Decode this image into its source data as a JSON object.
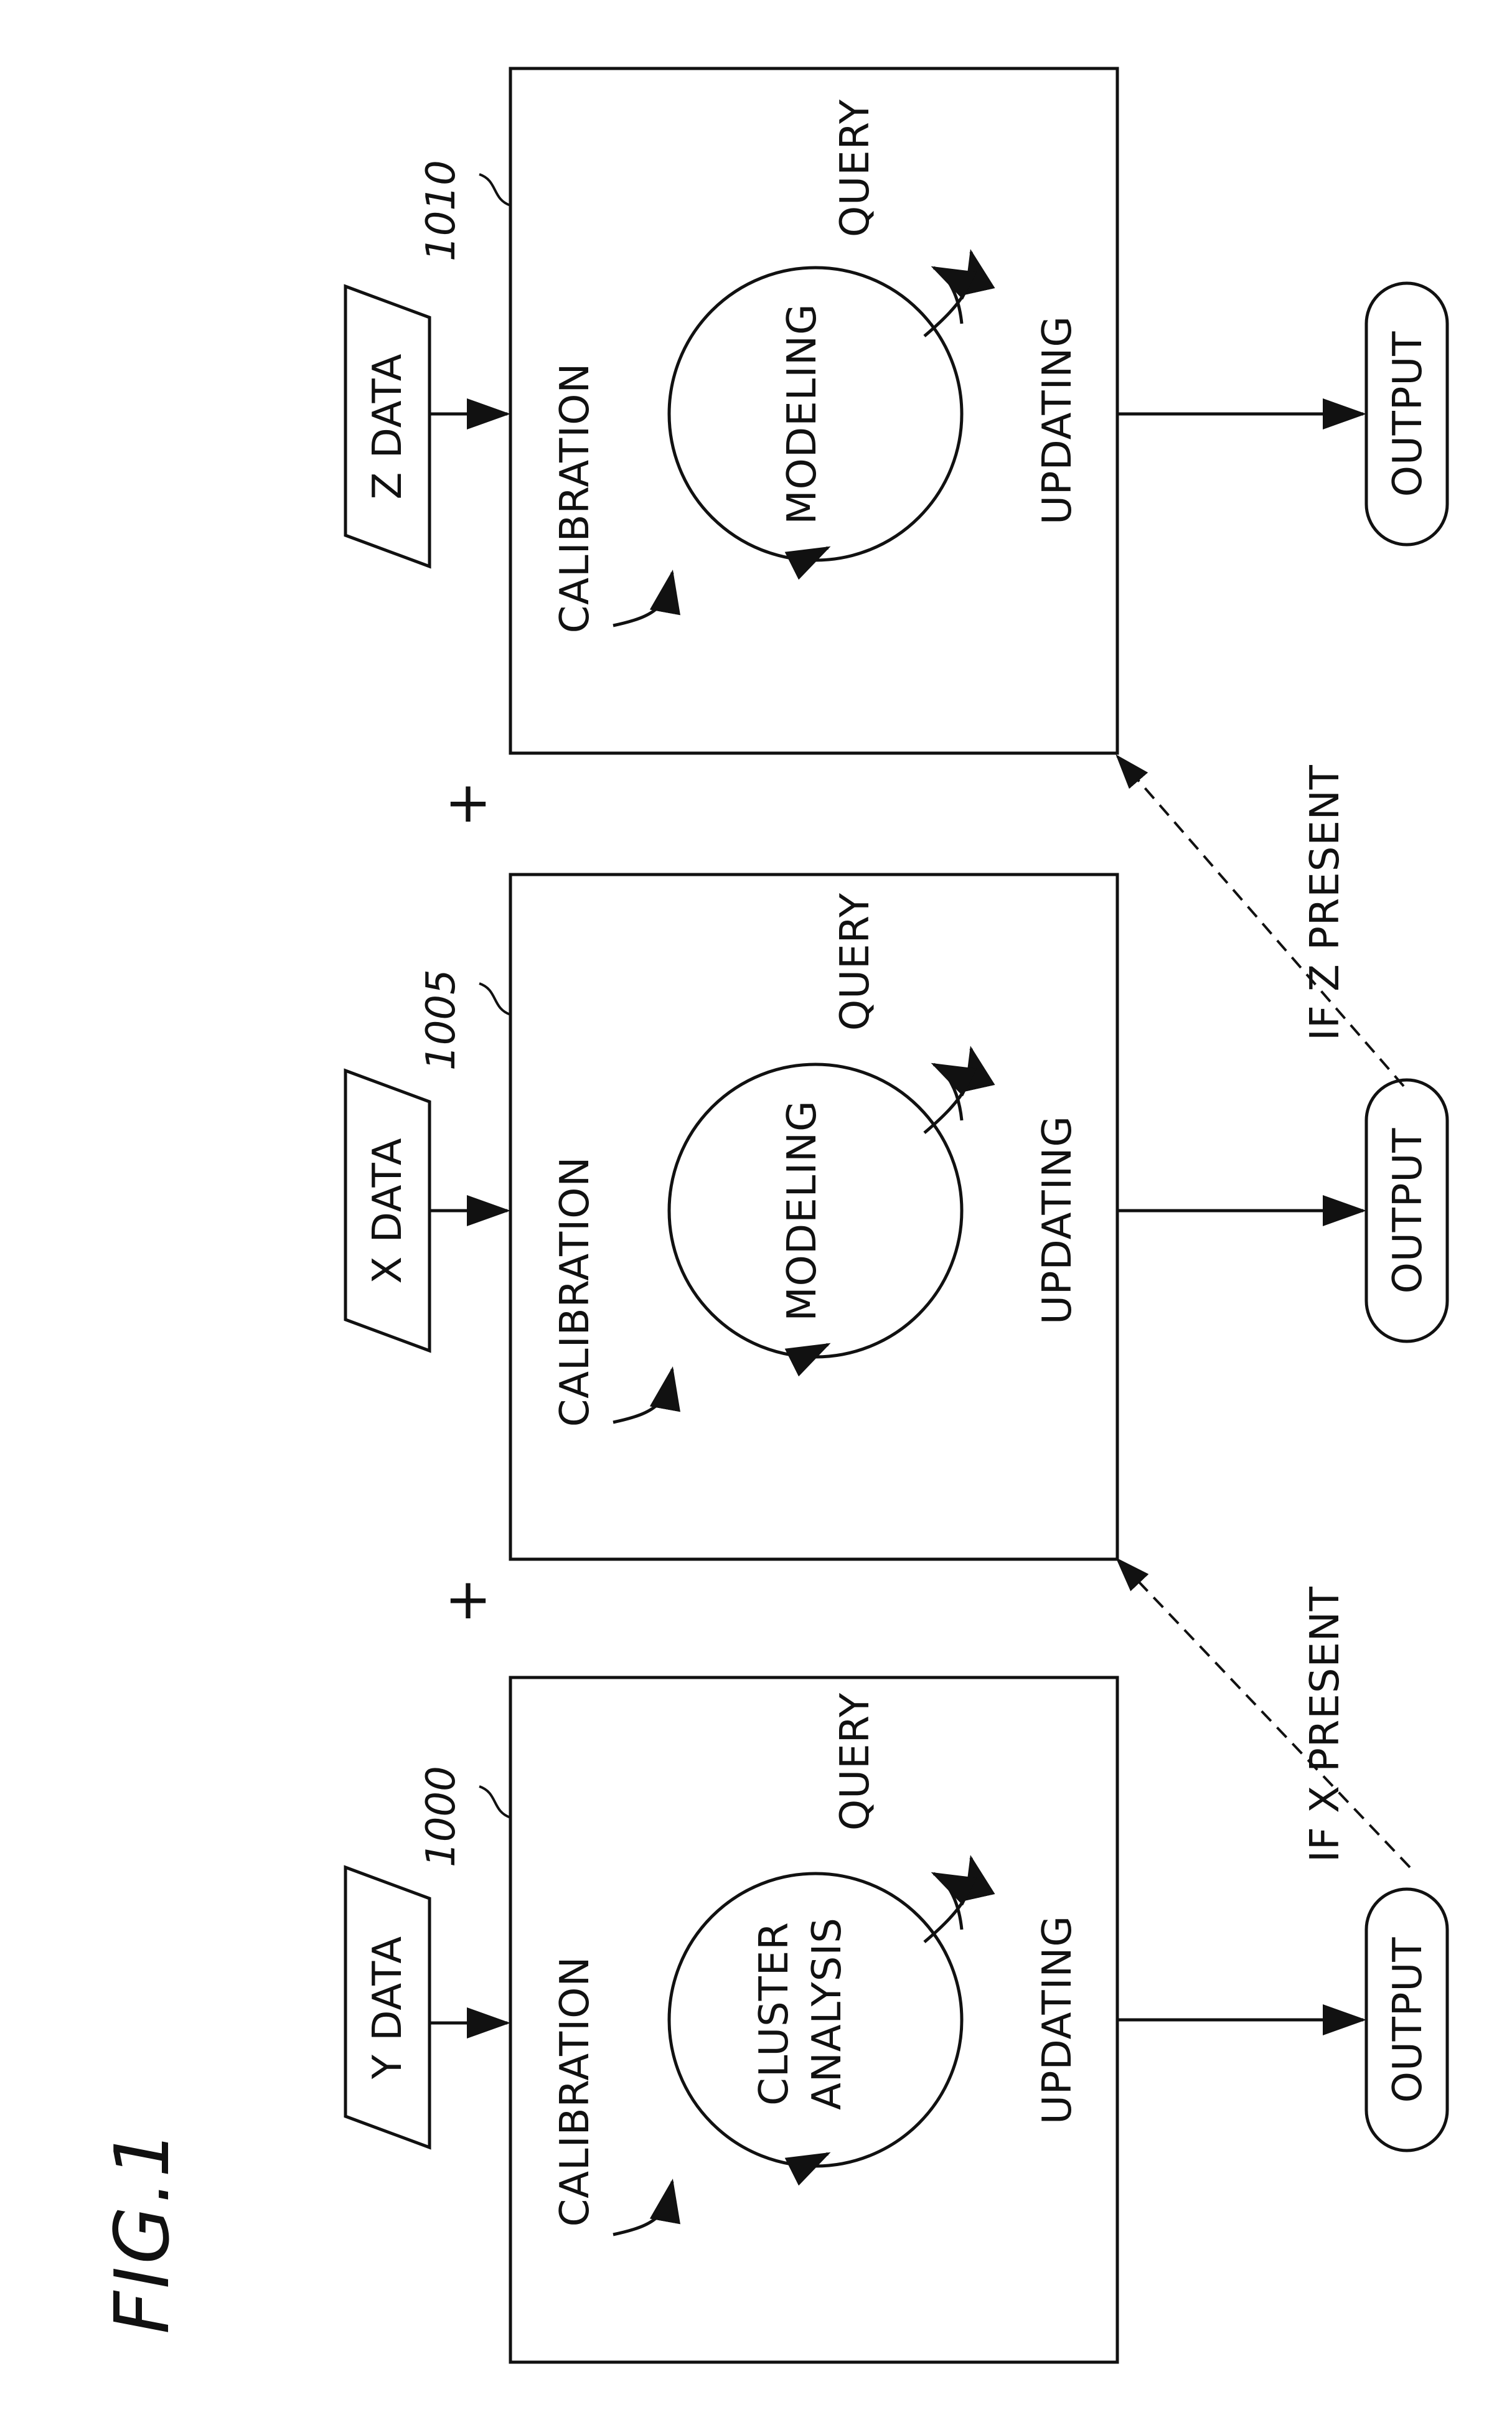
{
  "figure_title": "FIG.1",
  "plus_sign": "+",
  "stages": [
    {
      "ref": "1000",
      "input": "Y DATA",
      "calibration": "CALIBRATION",
      "center": [
        "CLUSTER",
        "ANALYSIS"
      ],
      "query": "QUERY",
      "updating": "UPDATING",
      "output": "OUTPUT"
    },
    {
      "ref": "1005",
      "input": "X DATA",
      "calibration": "CALIBRATION",
      "center": [
        "MODELING"
      ],
      "query": "QUERY",
      "updating": "UPDATING",
      "output": "OUTPUT"
    },
    {
      "ref": "1010",
      "input": "Z DATA",
      "calibration": "CALIBRATION",
      "center": [
        "MODELING"
      ],
      "query": "QUERY",
      "updating": "UPDATING",
      "output": "OUTPUT"
    }
  ],
  "conditions": [
    "IF X PRESENT",
    "IF Z PRESENT"
  ]
}
